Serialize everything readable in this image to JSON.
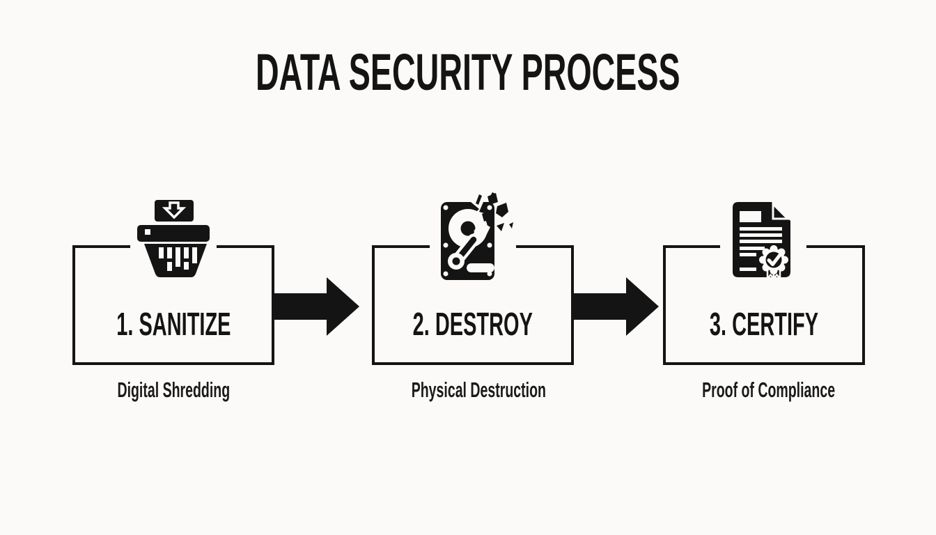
{
  "title": "DATA SECURITY PROCESS",
  "colors": {
    "background": "#fbfaf8",
    "ink": "#141414"
  },
  "steps": [
    {
      "label": "1. SANITIZE",
      "caption": "Digital Shredding",
      "icon": "shredder-icon"
    },
    {
      "label": "2. DESTROY",
      "caption": "Physical Destruction",
      "icon": "shattered-hard-drive-icon"
    },
    {
      "label": "3. CERTIFY",
      "caption": "Proof of Compliance",
      "icon": "certificate-seal-icon"
    }
  ],
  "connectors": [
    {
      "type": "arrow-right"
    },
    {
      "type": "arrow-right"
    }
  ]
}
